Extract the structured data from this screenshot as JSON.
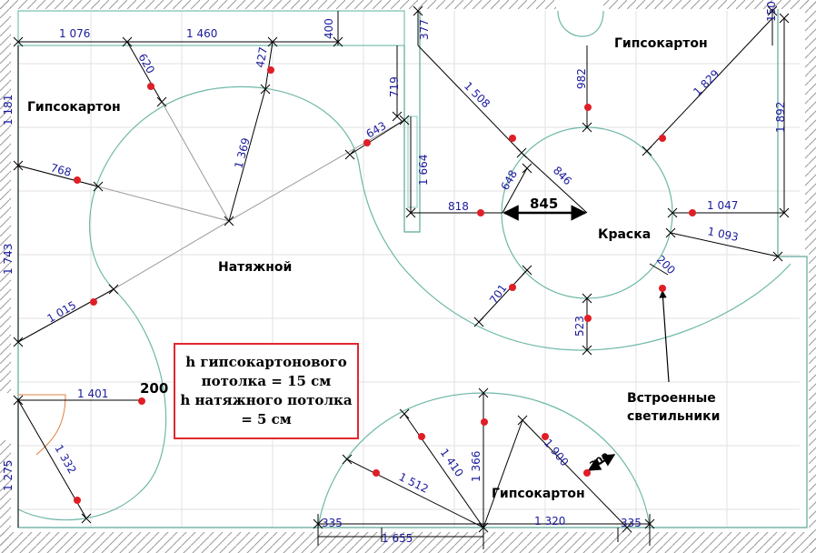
{
  "rooms": {
    "gk_top_left": "Гипсокартон",
    "gk_top_right": "Гипсокартон",
    "gk_bottom": "Гипсокартон",
    "stretch": "Натяжной",
    "paint": "Краска"
  },
  "note": {
    "line1": "h гипсокартонового",
    "line2": "потолка = 15 см",
    "line3": "h натяжного потолка",
    "line4": "= 5 см"
  },
  "callout": {
    "line1": "Встроенные",
    "line2": "светильники"
  },
  "dims": {
    "top_1076": "1 076",
    "top_1460": "1 460",
    "d400": "400",
    "d377": "377",
    "d150": "150",
    "left_1181": "1 181",
    "left_1743": "1 743",
    "left_1275": "1 275",
    "d620": "620",
    "d427": "427",
    "d1369": "1 369",
    "d768": "768",
    "d1015": "1 015",
    "d643": "643",
    "d719": "719",
    "d1664": "1 664",
    "d1508": "1 508",
    "d982": "982",
    "d1829": "1 829",
    "d1892": "1 892",
    "d648": "648",
    "d846": "846",
    "d818": "818",
    "d845": "845",
    "d1047": "1 047",
    "d1093": "1 093",
    "d200a": "200",
    "d701": "701",
    "d523": "523",
    "d1401": "1 401",
    "d200b": "200",
    "d1332": "1 332",
    "d1410": "1 410",
    "d1512": "1 512",
    "d1366": "1 366",
    "d1900": "1 900",
    "d300": "300",
    "b335a": "335",
    "b1655": "1 655",
    "b1320": "1 320",
    "b335b": "335"
  },
  "colors": {
    "dimension_text": "#1a1a9c",
    "fixture_dot": "#e01e26",
    "note_border": "#e0282e",
    "contour": "#6fb8a8",
    "wall_hatch": "#999999"
  }
}
